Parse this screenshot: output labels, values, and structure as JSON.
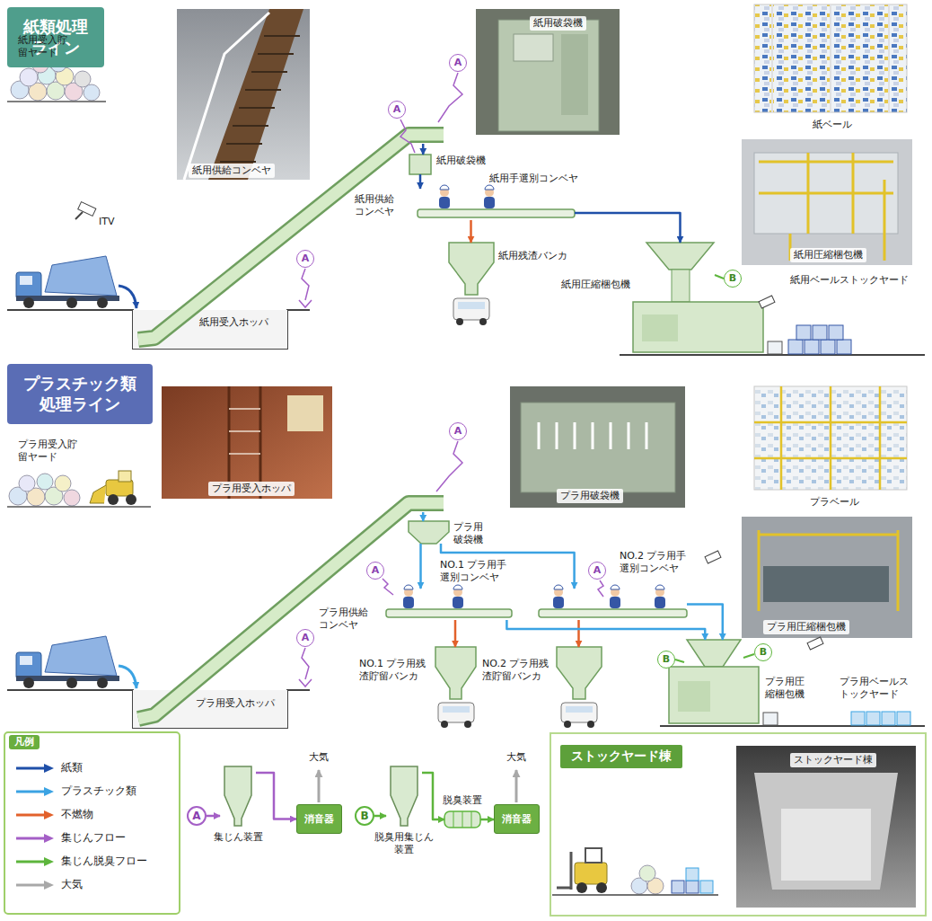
{
  "diagram": {
    "nodes": [
      {
        "text": [
          "紙類処理ライン"
        ]
      },
      {
        "text": [
          "紙用受入貯留ヤード"
        ]
      },
      {
        "text": [
          "紙用受入ホッパ"
        ]
      },
      {
        "text": [
          "紙用供給コンベヤ"
        ]
      },
      {
        "text": [
          "紙用破袋機"
        ]
      },
      {
        "text": [
          "紙用手選別コンベヤ"
        ]
      },
      {
        "text": [
          "紙用残渣バンカ"
        ]
      },
      {
        "text": [
          "紙用圧縮梱包機"
        ]
      },
      {
        "text": [
          "紙用ベールストックヤード"
        ]
      },
      {
        "text": [
          "プラスチック類処理ライン"
        ]
      },
      {
        "text": [
          "プラ用受入貯留ヤード"
        ]
      },
      {
        "text": [
          "プラ用受入ホッパ"
        ]
      },
      {
        "text": [
          "プラ用供給コンベヤ"
        ]
      },
      {
        "text": [
          "プラ用破袋機"
        ]
      },
      {
        "text": [
          "NO.1 プラ用手選別コンベヤ"
        ]
      },
      {
        "text": [
          "NO.2 プラ用手選別コンベヤ"
        ]
      },
      {
        "text": [
          "NO.1 プラ用残渣貯留バンカ"
        ]
      },
      {
        "text": [
          "NO.2 プラ用残渣貯留バンカ"
        ]
      },
      {
        "text": [
          "プラ用圧縮梱包機"
        ]
      },
      {
        "text": [
          "プラ用ベールストックヤード"
        ]
      },
      {
        "text": [
          "A"
        ]
      },
      {
        "text": [
          "集じん装置"
        ]
      },
      {
        "text": [
          "消音器"
        ]
      },
      {
        "text": [
          "B"
        ]
      },
      {
        "text": [
          "脱臭用集じん装置"
        ]
      },
      {
        "text": [
          "脱臭装置"
        ]
      },
      {
        "text": [
          "消音器"
        ]
      },
      {
        "text": [
          "ストックヤード棟"
        ]
      }
    ],
    "edges": [
      {
        "from": 3,
        "to": 4,
        "arrow": "to"
      },
      {
        "from": 4,
        "to": 5,
        "arrow": "to"
      },
      {
        "from": 5,
        "to": 6,
        "arrow": "to"
      },
      {
        "from": 5,
        "to": 7,
        "arrow": "to"
      },
      {
        "from": 12,
        "to": 13,
        "arrow": "to"
      },
      {
        "from": 13,
        "to": 14,
        "arrow": "to"
      },
      {
        "from": 13,
        "to": 15,
        "arrow": "to"
      },
      {
        "from": 14,
        "to": 16,
        "arrow": "to"
      },
      {
        "from": 15,
        "to": 17,
        "arrow": "to"
      },
      {
        "from": 14,
        "to": 18,
        "arrow": "to"
      },
      {
        "from": 15,
        "to": 18,
        "arrow": "to"
      },
      {
        "from": 20,
        "to": 21,
        "arrow": "to"
      },
      {
        "from": 21,
        "to": 22,
        "arrow": "to"
      },
      {
        "from": 23,
        "to": 24,
        "arrow": "to"
      },
      {
        "from": 24,
        "to": 25,
        "arrow": "to"
      },
      {
        "from": 25,
        "to": 26,
        "arrow": "to"
      }
    ],
    "labels": [
      "紙用供給コンベヤ",
      "紙用破袋機",
      "紙ベール",
      "紙用圧縮梱包機",
      "ITV",
      "A",
      "A",
      "A",
      "B",
      "プラ用受入ホッパ",
      "プラ用破袋機",
      "プラベール",
      "プラ用圧縮梱包機",
      "A",
      "A",
      "A",
      "A",
      "B",
      "B",
      "凡例",
      "大気",
      "大気",
      "ストックヤード棟"
    ],
    "legend": [
      {
        "text": "紙類",
        "color": "#1f4fa8"
      },
      {
        "text": "プラスチック類",
        "color": "#3ba3e3"
      },
      {
        "text": "不燃物",
        "color": "#e2612b"
      },
      {
        "text": "集じんフロー",
        "color": "#a45fc6"
      },
      {
        "text": "集じん脱臭フロー",
        "color": "#5db53c"
      },
      {
        "text": "大気",
        "color": "#a8a8a8"
      }
    ]
  }
}
